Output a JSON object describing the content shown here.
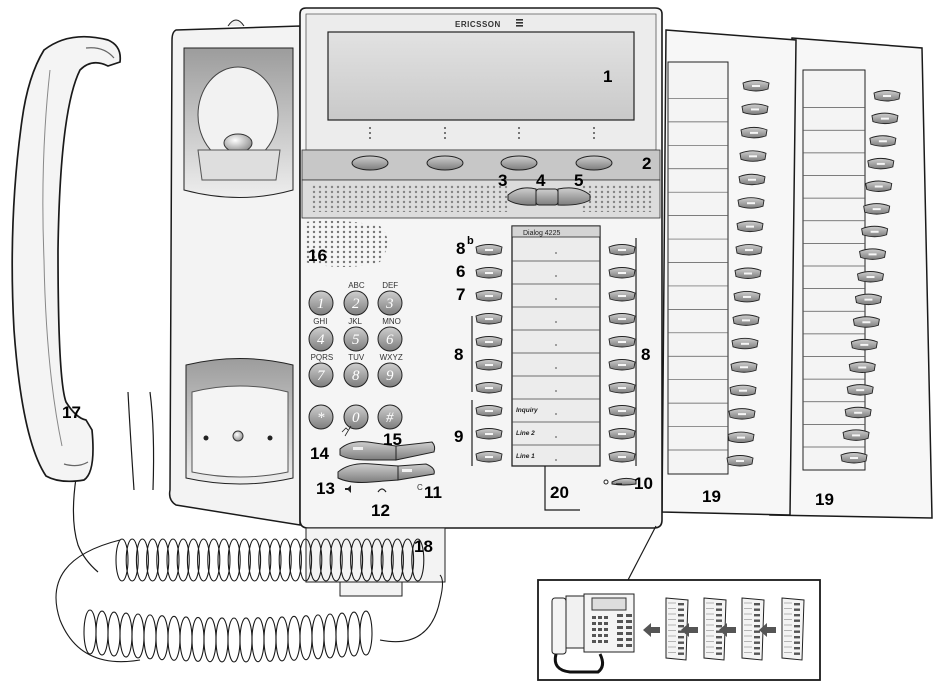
{
  "device": {
    "brand": "ERICSSON",
    "model_label": "Dialog 4225",
    "card_labels": [
      "Inquiry",
      "Line 2",
      "Line 1"
    ]
  },
  "callouts": {
    "n1": "1",
    "n2": "2",
    "n3": "3",
    "n4": "4",
    "n5": "5",
    "n6": "6",
    "n7": "7",
    "n8a": "8",
    "n8a_sup": "b",
    "n8b": "8",
    "n8c": "8",
    "n9": "9",
    "n10": "10",
    "n11": "11",
    "n12": "12",
    "n13": "13",
    "n14": "14",
    "n15": "15",
    "n16": "16",
    "n17": "17",
    "n18": "18",
    "n19a": "19",
    "n19b": "19",
    "n20": "20"
  },
  "keypad": {
    "digits": [
      "1",
      "2",
      "3",
      "4",
      "5",
      "6",
      "7",
      "8",
      "9",
      "*",
      "0",
      "#"
    ],
    "letters": [
      "",
      "ABC",
      "DEF",
      "GHI",
      "JKL",
      "MNO",
      "PQRS",
      "TUV",
      "WXYZ",
      "",
      "",
      ""
    ]
  },
  "colors": {
    "outline": "#1a1a1a",
    "body": "#f4f4f4",
    "shade": "#b8b8b8",
    "key": "#9a9a9a",
    "display": "#d9d9d9"
  }
}
